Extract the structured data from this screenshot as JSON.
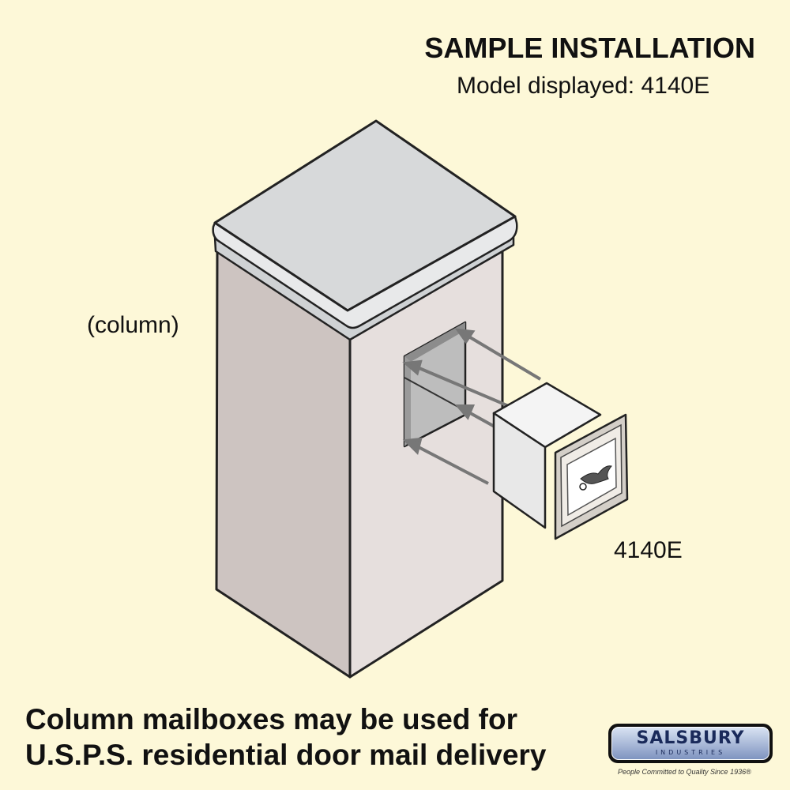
{
  "header": {
    "title": "SAMPLE INSTALLATION",
    "subtitle": "Model displayed: 4140E"
  },
  "labels": {
    "column": "(column)",
    "model": "4140E"
  },
  "footer": {
    "line1": "Column mailboxes may be used for",
    "line2": "U.S.P.S. residential door mail delivery"
  },
  "logo": {
    "word": "SALSBURY",
    "sub": "INDUSTRIES",
    "tagline": "People Committed to Quality Since 1936®"
  },
  "colors": {
    "background": "#fdf8d8",
    "column_front": "#cdc4c1",
    "column_side": "#e6dfdd",
    "cap_top": "#d7d9da",
    "mailbox": "#ededed",
    "arrow": "#7a7a7a"
  },
  "icons": [
    "eagle-emblem-icon",
    "arrow-icon"
  ]
}
